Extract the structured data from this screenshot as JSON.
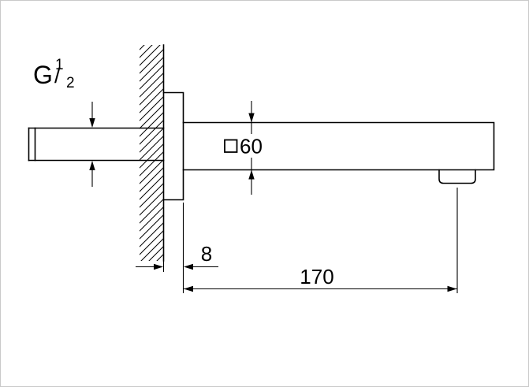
{
  "colors": {
    "line": "#000000",
    "background": "#ffffff",
    "border": "#c9c9c9"
  },
  "thread_label": {
    "letter": "G",
    "numerator": "1",
    "slash": "/",
    "denominator": "2"
  },
  "dimensions": {
    "spout_cross_section": "60",
    "flange_depth": "8",
    "spout_length": "170"
  }
}
